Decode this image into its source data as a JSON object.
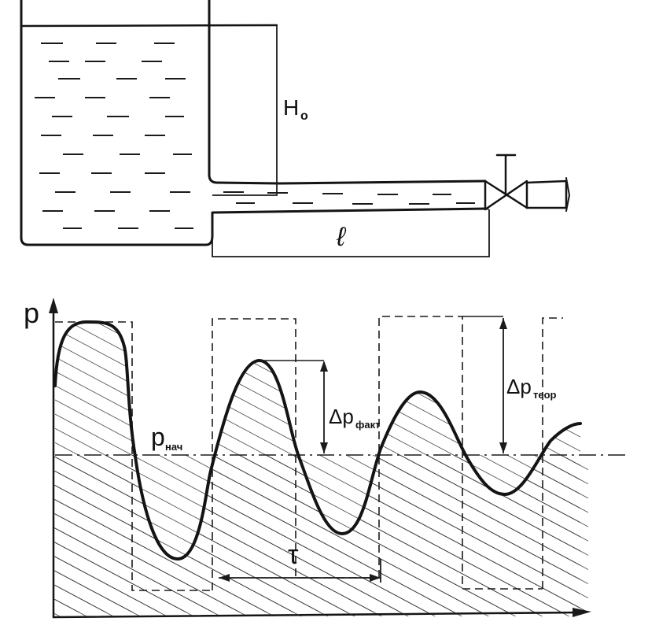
{
  "figure": {
    "tank_system": {
      "head_label": "H",
      "head_label_sub": "o",
      "pipe_length_label": "ℓ"
    },
    "pressure_graph": {
      "axis_label": "p",
      "initial_pressure": {
        "label": "p",
        "sub": "нач"
      },
      "actual_amplitude": {
        "label": "Δp",
        "sub": "факт"
      },
      "theoretical_amplitude": {
        "label": "Δp",
        "sub": "теор"
      },
      "period_label": "τ"
    }
  },
  "colors": {
    "ink": "#141414",
    "paper": "#ffffff"
  }
}
